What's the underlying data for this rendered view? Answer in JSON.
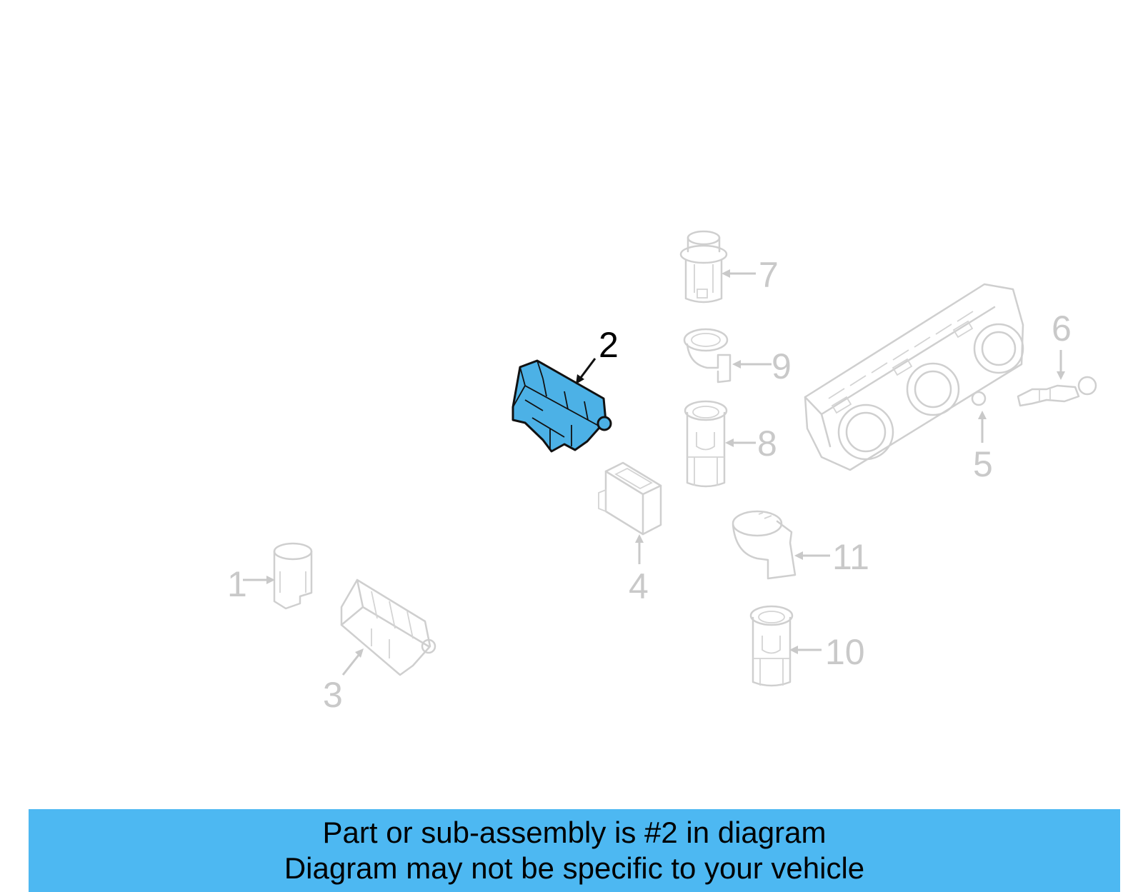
{
  "colors": {
    "highlight_part": "#4cb1e6",
    "banner": "#4db8f2",
    "faded_part": "#cfcfcf"
  },
  "diagram": {
    "highlighted_callout": "2",
    "callouts": [
      "1",
      "2",
      "3",
      "4",
      "5",
      "6",
      "7",
      "8",
      "9",
      "10",
      "11"
    ]
  },
  "banner": {
    "line1": "Part or sub-assembly is #2 in diagram",
    "line2": "Diagram may not be specific to your vehicle"
  }
}
